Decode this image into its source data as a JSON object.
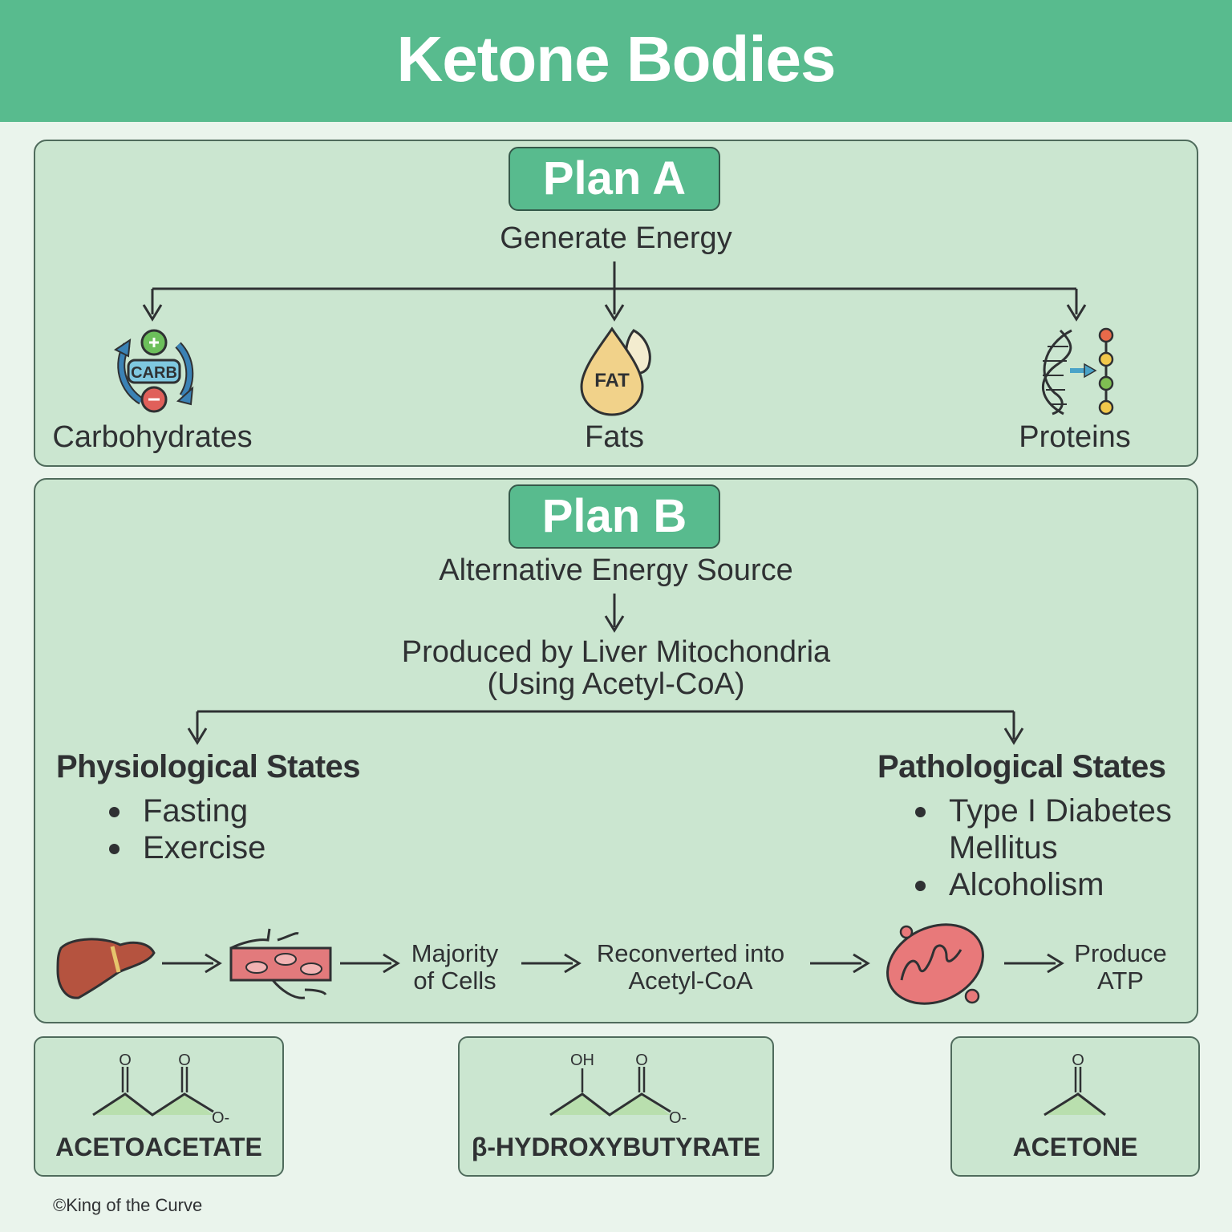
{
  "title": "Ketone Bodies",
  "plan_a": {
    "badge": "Plan A",
    "subtitle": "Generate Energy",
    "sources": [
      {
        "label": "Carbohydrates",
        "icon": "carb-cycle-icon",
        "icon_text": "CARB"
      },
      {
        "label": "Fats",
        "icon": "fat-drop-icon",
        "icon_text": "FAT"
      },
      {
        "label": "Proteins",
        "icon": "dna-to-amino-acids-icon"
      }
    ]
  },
  "plan_b": {
    "badge": "Plan B",
    "subtitle": "Alternative Energy Source",
    "produced_line1": "Produced by Liver Mitochondria",
    "produced_line2": "(Using Acetyl-CoA)",
    "physiological": {
      "title": "Physiological States",
      "items": [
        "Fasting",
        "Exercise"
      ]
    },
    "pathological": {
      "title": "Pathological States",
      "items": [
        "Type I Diabetes Mellitus",
        "Alcoholism"
      ]
    },
    "flow": {
      "step1_icon": "liver-icon",
      "step2_icon": "blood-vessel-icon",
      "step3": "Majority of Cells",
      "step4": "Reconverted into Acetyl-CoA",
      "step5_icon": "mitochondria-icon",
      "step6": "Produce ATP"
    }
  },
  "molecules": [
    {
      "name": "ACETOACETATE",
      "atoms": [
        "O",
        "O",
        "O-"
      ]
    },
    {
      "name": "β-HYDROXYBUTYRATE",
      "atoms": [
        "OH",
        "O",
        "O-"
      ]
    },
    {
      "name": "ACETONE",
      "atoms": [
        "O"
      ]
    }
  ],
  "copyright": "©King of the Curve",
  "colors": {
    "accent": "#58bb8e",
    "panel": "#cbe6d0",
    "background": "#eaf4ec",
    "text": "#2f3133"
  }
}
